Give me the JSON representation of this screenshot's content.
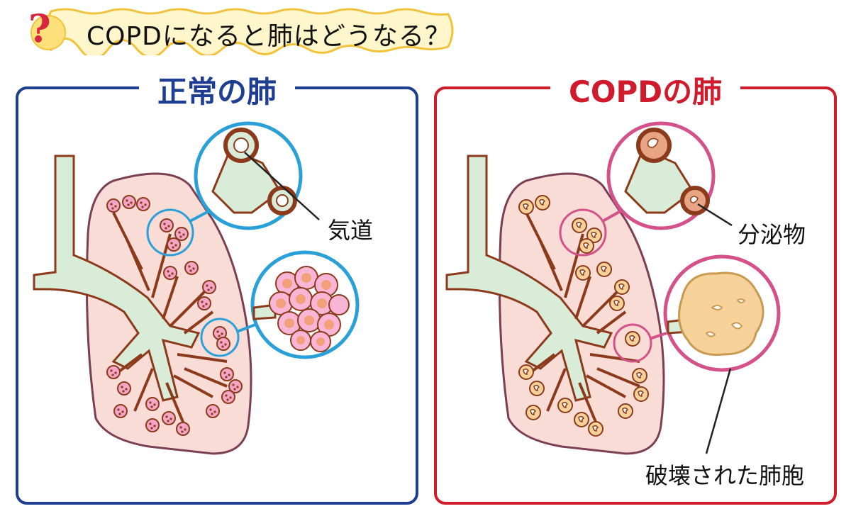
{
  "header": {
    "question_mark": "?",
    "title": "COPDになると肺はどうなる？"
  },
  "panels": {
    "normal": {
      "title": "正常の肺",
      "accent_color": "#1f3d91",
      "callout_label": "気道"
    },
    "copd": {
      "title": "COPDの肺",
      "accent_color": "#cf1b2b",
      "callout_label_airway": "分泌物",
      "callout_label_alveoli": "破壊された肺胞"
    }
  },
  "colors": {
    "lung_fill": "#f9dcd5",
    "airway_fill": "#d9ecd8",
    "airway_stroke": "#8b3b1c",
    "alveoli_normal": "#f4a6c6",
    "alveoli_copd": "#f6d29a",
    "zoom_ring_normal": "#2aa0d8",
    "zoom_ring_copd": "#d45189"
  }
}
